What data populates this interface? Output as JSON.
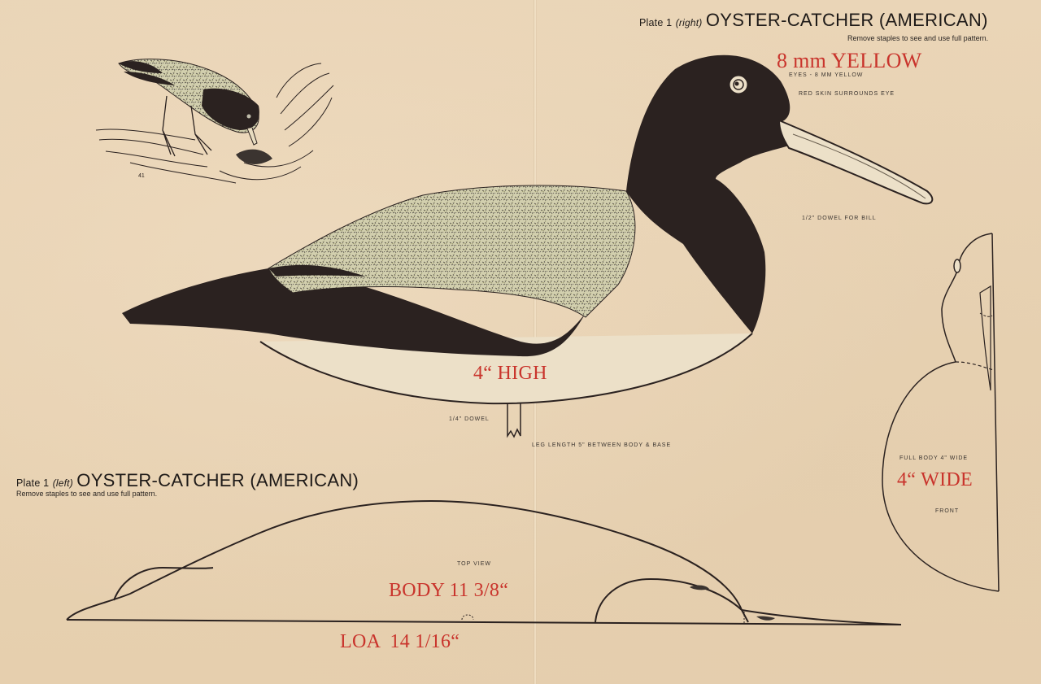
{
  "plate_right": {
    "plate": "Plate 1",
    "side": "(right)",
    "name": "OYSTER-CATCHER (AMERICAN)",
    "note": "Remove staples to see and use full pattern."
  },
  "plate_left": {
    "plate": "Plate 1",
    "side": "(left)",
    "name": "OYSTER-CATCHER (AMERICAN)",
    "note": "Remove staples to see and use full pattern."
  },
  "annotations": {
    "eye_size_red": "8 mm YELLOW",
    "eyes_note": "EYES - 8 MM YELLOW",
    "red_skin_note": "RED SKIN SURROUNDS EYE",
    "bill_dowel_note": "1/2\" DOWEL FOR BILL",
    "height_red": "4“ HIGH",
    "leg_dowel_note": "1/4\" DOWEL",
    "leg_length_note": "LEG LENGTH 5\" BETWEEN BODY & BASE",
    "full_body_note": "FULL BODY 4\" WIDE",
    "width_red": "4“ WIDE",
    "front_label": "FRONT",
    "top_view_label": "TOP VIEW",
    "body_length_red": "BODY 11 3/8“",
    "loa_red": "LOA  14 1/16“",
    "sketch_number": "41"
  },
  "colors": {
    "paper": "#e8d2b4",
    "ink": "#2b2220",
    "annotation_red": "#c9342c",
    "wing_speckle": "#c8c4a0"
  }
}
